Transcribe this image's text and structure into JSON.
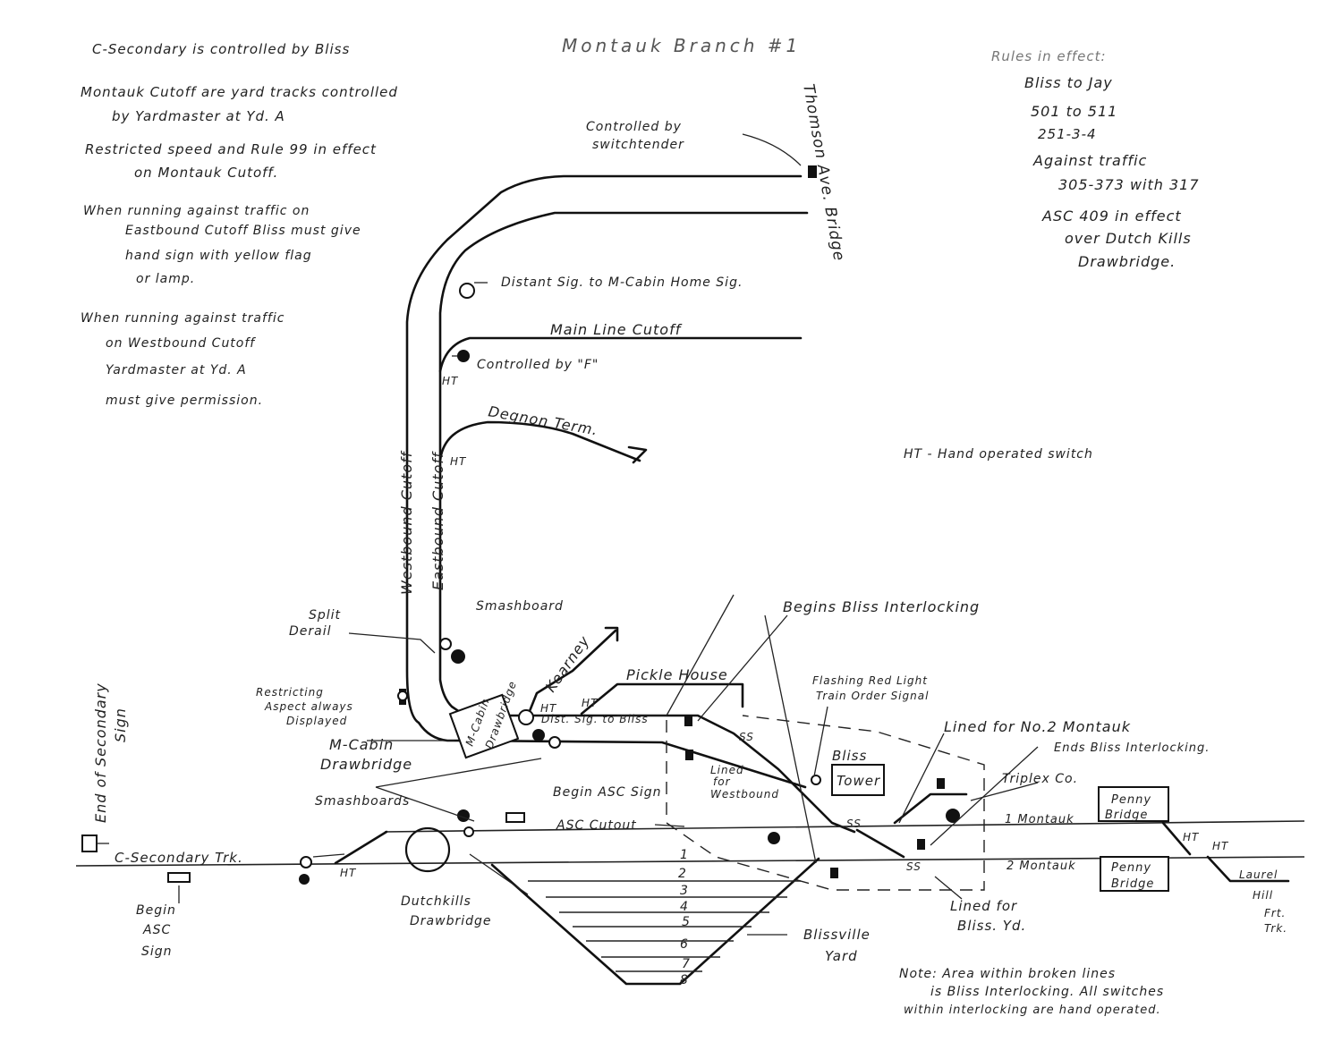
{
  "title": "Montauk Branch #1",
  "notes_left": [
    "C-Secondary is controlled by Bliss",
    "Montauk Cutoff are yard tracks controlled",
    "by Yardmaster at Yd. A",
    "Restricted speed and Rule 99 in effect",
    "on Montauk Cutoff.",
    "When running against traffic on",
    "Eastbound Cutoff Bliss must give",
    "hand sign with yellow flag",
    "or lamp.",
    "When running against traffic",
    "on Westbound Cutoff",
    "Yardmaster at Yd. A",
    "must give permission."
  ],
  "rules_in_effect": {
    "heading": "Rules in effect:",
    "lines": [
      "Bliss to Jay",
      "501 to 511",
      "251-3-4",
      "Against traffic",
      "305-373 with 317",
      "ASC 409 in effect",
      "over Dutch Kills",
      "Drawbridge."
    ]
  },
  "legend_ht": "HT - Hand operated switch",
  "note_bottom": [
    "Note: Area within broken lines",
    "is Bliss Interlocking. All switches",
    "within interlocking are hand operated."
  ],
  "labels": {
    "controlled_by_switchtender": [
      "Controlled by",
      "switchtender"
    ],
    "thomson_bridge": "Thomson Ave. Bridge",
    "distant_sig": "Distant Sig. to M-Cabin Home Sig.",
    "main_line_cutoff": "Main Line Cutoff",
    "controlled_by_f": "Controlled by \"F\"",
    "degnon_term": "Degnon Term.",
    "westbound_cutoff": "Westbound Cutoff",
    "eastbound_cutoff": "Eastbound Cutoff",
    "ht": "HT",
    "end_of_secondary": [
      "End of Secondary",
      "Sign"
    ],
    "split_derail": [
      "Split",
      "Derail"
    ],
    "smashboard": "Smashboard",
    "restricting": [
      "Restricting",
      "Aspect always",
      "Displayed"
    ],
    "m_cabin_drawbridge": [
      "M-Cabin",
      "Drawbridge"
    ],
    "m_cabin_box": [
      "M-Cabin",
      "Drawbridge"
    ],
    "kearney": "Kearney",
    "pickle_house": "Pickle House",
    "dist_sig_bliss": "Dist. Sig. to Bliss",
    "begins_bliss": "Begins Bliss Interlocking",
    "flashing_red": [
      "Flashing Red Light",
      "Train Order Signal"
    ],
    "ss": "SS",
    "lined_westbound": [
      "Lined",
      "for",
      "Westbound"
    ],
    "bliss_tower": [
      "Bliss",
      "Tower"
    ],
    "lined_no2": "Lined for No.2 Montauk",
    "ends_bliss": "Ends Bliss Interlocking.",
    "triplex": "Triplex Co.",
    "smashboards": "Smashboards",
    "begin_asc_sign": "Begin ASC Sign",
    "asc_cutout": "ASC Cutout",
    "c_secondary_trk": "C-Secondary Trk.",
    "begin_asc_sign_bottom": [
      "Begin",
      "ASC",
      "Sign"
    ],
    "dutchkills_drawbridge": [
      "Dutchkills",
      "Drawbridge"
    ],
    "one_montauk": "1 Montauk",
    "two_montauk": "2 Montauk",
    "penny_bridge": [
      "Penny",
      "Bridge"
    ],
    "laurel_hill": [
      "Laurel",
      "Hill",
      "Frt.",
      "Trk."
    ],
    "lined_bliss_yd": [
      "Lined for",
      "Bliss. Yd."
    ],
    "blissville_yard": [
      "Blissville",
      "Yard"
    ],
    "yard_tracks": [
      "1",
      "2",
      "3",
      "4",
      "5",
      "6",
      "7",
      "8"
    ]
  }
}
